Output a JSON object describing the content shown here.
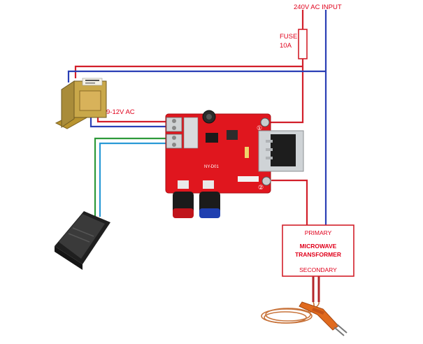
{
  "labels": {
    "input": "240V AC INPUT",
    "fuse_line1": "FUSE",
    "fuse_line2": "10A",
    "transformer_output": "9-12V AC",
    "primary": "PRIMARY",
    "mwt_line1": "MICROWAVE",
    "mwt_line2": "TRANSFORMER",
    "secondary": "SECONDARY",
    "terminal_1": "①",
    "terminal_2": "②",
    "board_model": "NY-D01"
  },
  "colors": {
    "live_wire": "#d21f2a",
    "neutral_wire": "#2a3fb5",
    "signal_wire_green": "#2e9a3a",
    "signal_wire_cyan": "#2a9ad6",
    "pcb": "#e0161e"
  }
}
